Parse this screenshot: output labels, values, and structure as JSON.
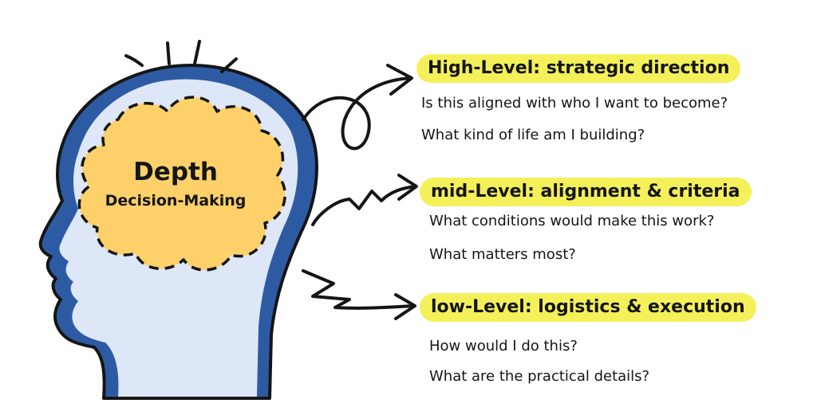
{
  "center": {
    "title": "Depth",
    "subtitle": "Decision-Making"
  },
  "levels": [
    {
      "heading": "High-Level: strategic direction",
      "questions": [
        "Is this aligned with who I want to become?",
        "What kind of life am I building?"
      ]
    },
    {
      "heading": "mid-Level: alignment & criteria",
      "questions": [
        "What conditions would make this work?",
        "What matters most?"
      ]
    },
    {
      "heading": "low-Level: logistics & execution",
      "questions": [
        "How would I do this?",
        "What are the practical details?"
      ]
    }
  ],
  "colors": {
    "head_outline": "#2d5ba3",
    "head_fill": "#dde7f7",
    "brain_fill": "#fdd06a",
    "highlight": "#f4f05a",
    "ink": "#151515"
  }
}
